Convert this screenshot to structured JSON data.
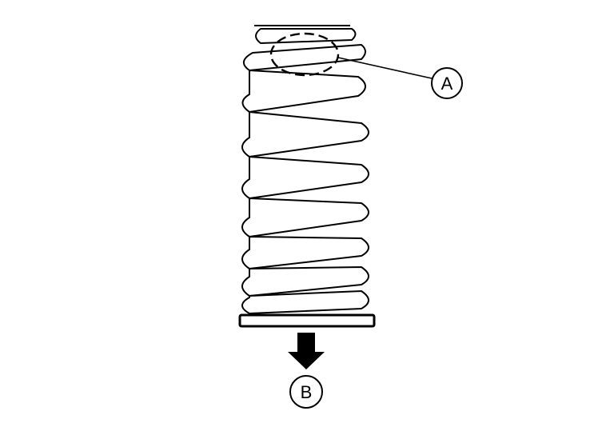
{
  "diagram": {
    "callouts": [
      {
        "id": "A",
        "label": "A"
      },
      {
        "id": "B",
        "label": "B"
      }
    ],
    "stroke_color": "#000000",
    "background_color": "#ffffff",
    "arrow_direction": "down"
  }
}
